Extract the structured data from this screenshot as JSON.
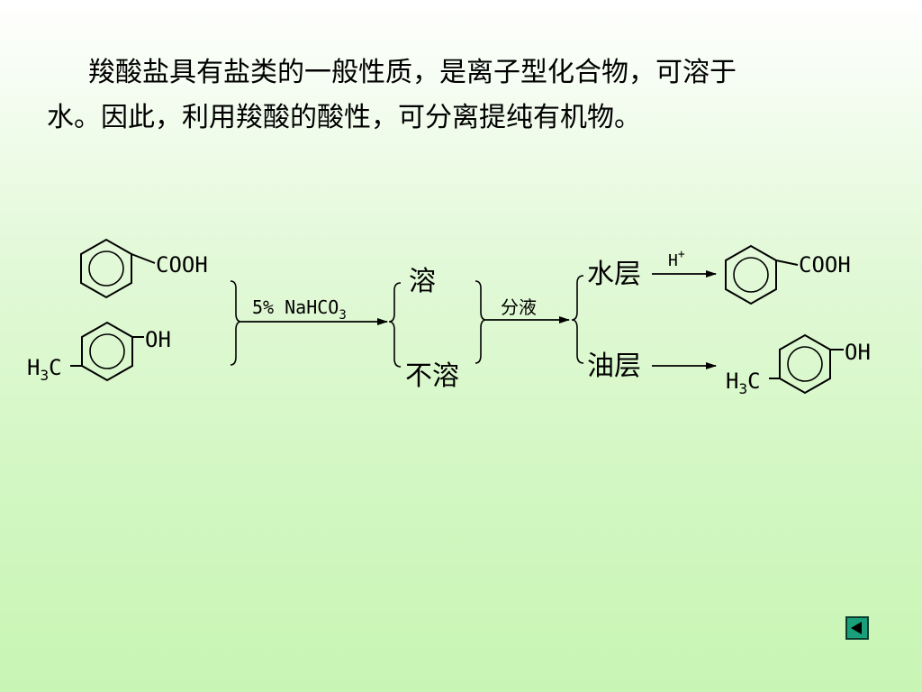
{
  "intro": {
    "line1": "羧酸盐具有盐类的一般性质，是离子型化合物，可溶于",
    "line2": "水。因此，利用羧酸的酸性，可分离提纯有机物。"
  },
  "scheme": {
    "benzoic_acid_group": "COOH",
    "cresol_oh_group": "OH",
    "cresol_methyl": {
      "main": "H",
      "sub": "3",
      "tail": "C"
    },
    "reagent": {
      "main": "5% NaHCO",
      "sub": "3"
    },
    "soluble": "溶",
    "insoluble": "不溶",
    "separation_label": "分液",
    "aqueous_layer": "水层",
    "oil_layer": "油层",
    "acid_label": {
      "main": "H",
      "sup": "+"
    },
    "product_acid_group": "COOH",
    "product_oh_group": "OH",
    "product_methyl": {
      "main": "H",
      "sub": "3",
      "tail": "C"
    }
  },
  "colors": {
    "nav_button": "#19a07a",
    "nav_border": "#0b3d2c"
  },
  "icons": {
    "nav": "back-triangle-icon"
  }
}
